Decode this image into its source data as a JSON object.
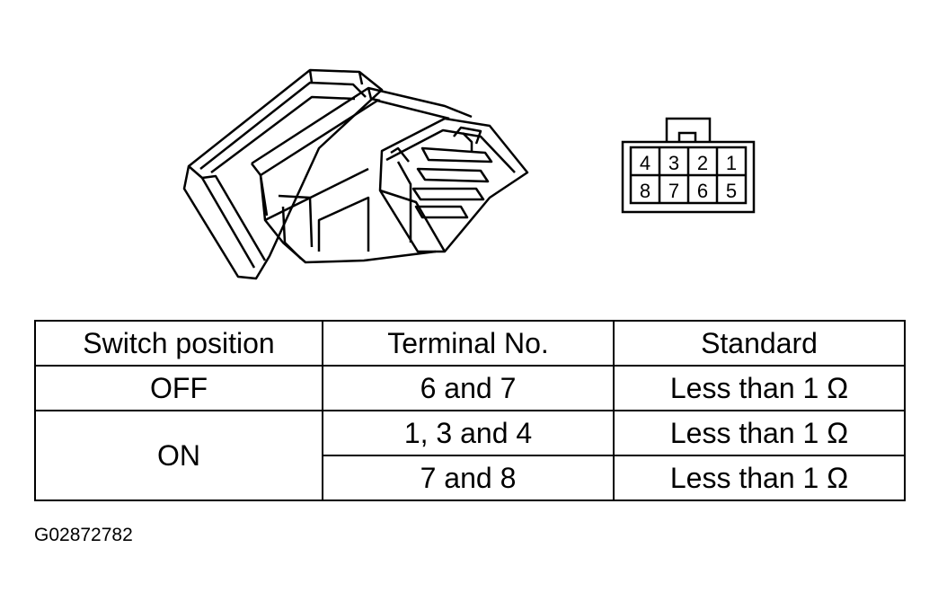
{
  "connector": {
    "top_row": [
      "4",
      "3",
      "2",
      "1"
    ],
    "bottom_row": [
      "8",
      "7",
      "6",
      "5"
    ]
  },
  "table": {
    "headers": [
      "Switch position",
      "Terminal No.",
      "Standard"
    ],
    "rows": [
      {
        "position": "OFF",
        "terminal": "6 and 7",
        "standard": "Less than 1 Ω"
      },
      {
        "position": "ON",
        "terminal": "1, 3 and 4",
        "standard": "Less than 1 Ω"
      },
      {
        "position": "",
        "terminal": "7 and 8",
        "standard": "Less than 1 Ω"
      }
    ]
  },
  "figure_id": "G02872782"
}
